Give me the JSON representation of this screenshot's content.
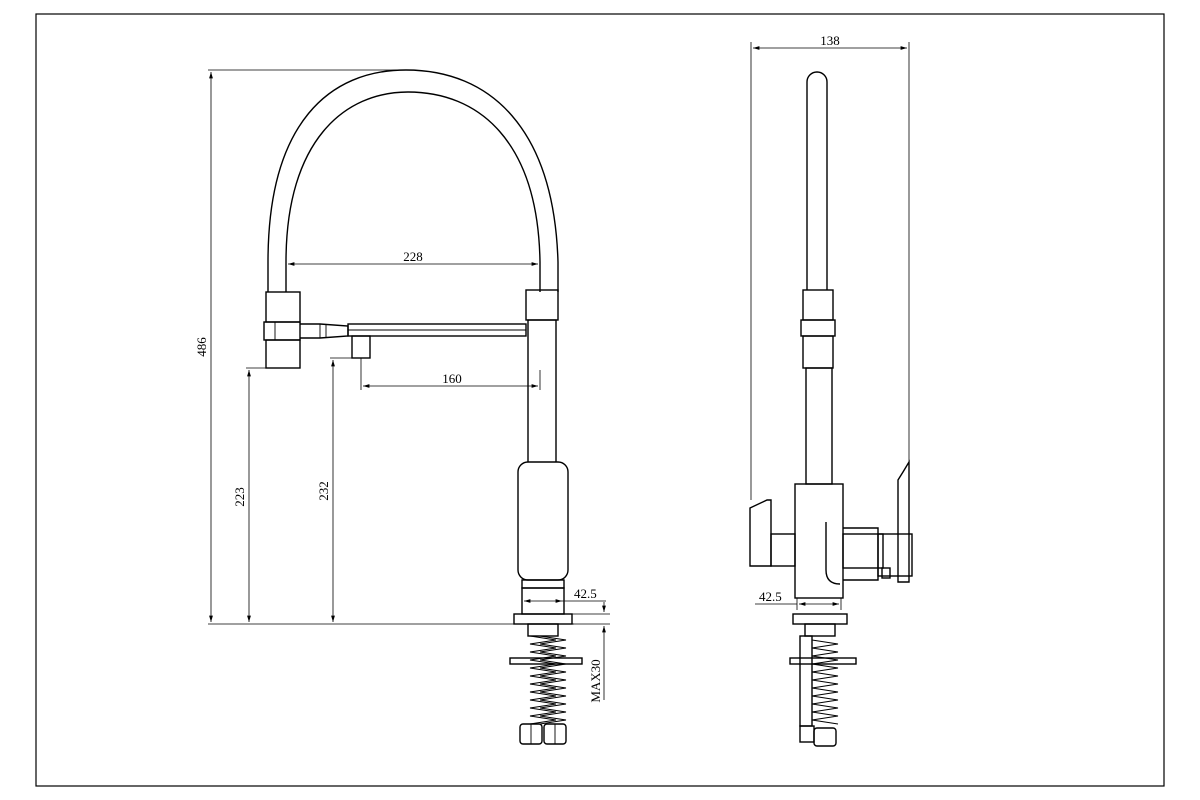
{
  "dimensions": {
    "total_height": "486",
    "spout_reach": "228",
    "spray_reach": "160",
    "height_to_bottom": "223",
    "height_to_aerator": "232",
    "base_diameter_front": "42.5",
    "side_width": "138",
    "base_diameter_side": "42.5",
    "max_counter_thickness": "MAX30"
  }
}
